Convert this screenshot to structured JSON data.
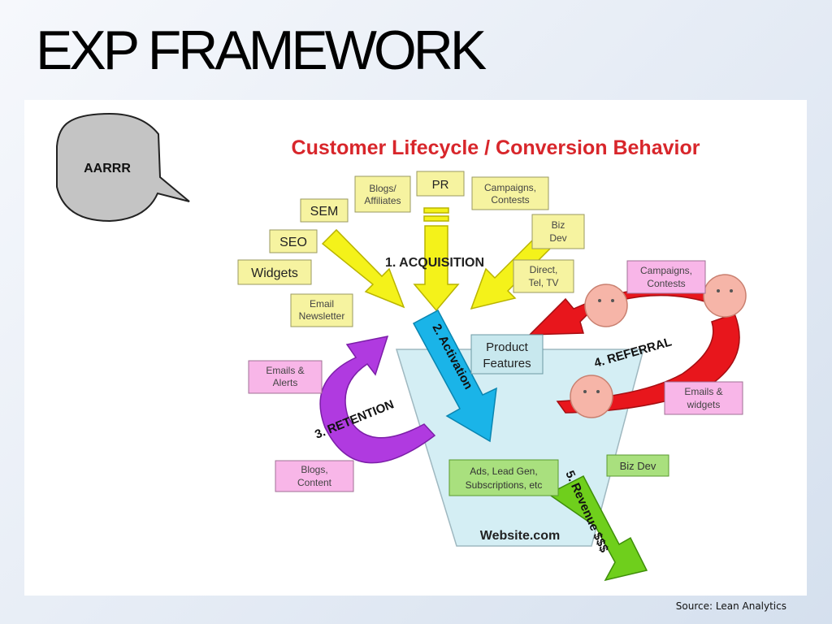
{
  "slide": {
    "title": "EXP FRAMEWORK",
    "source": "Source: Lean Analytics",
    "bubble_label": "AARRR"
  },
  "diagram": {
    "heading": "Customer Lifecycle / Conversion Behavior",
    "acquisition_sources": [
      "Blogs/",
      "Affiliates",
      "PR",
      "Campaigns,",
      "Contests",
      "SEM",
      "SEO",
      "Widgets",
      "Biz",
      "Dev",
      "Direct,",
      "Tel, TV",
      "Email",
      "Newsletter"
    ],
    "stages": {
      "acquisition": "1. ACQUISITION",
      "activation": "2. Activation",
      "retention": "3. RETENTION",
      "referral": "4. REFERRAL",
      "revenue": "5. Revenue $$$"
    },
    "retention_channels": [
      "Emails &",
      "Alerts",
      "Blogs,",
      "Content"
    ],
    "referral_channels": [
      "Campaigns,",
      "Contests",
      "Emails &",
      "widgets"
    ],
    "website": {
      "product_features": [
        "Product",
        "Features"
      ],
      "revenue_sources": [
        "Ads, Lead Gen,",
        "Subscriptions, etc"
      ],
      "biz_dev": "Biz Dev",
      "name": "Website.com"
    }
  },
  "colors": {
    "acquisition_arrow": "#f4f21a",
    "activation_arrow": "#1ab4e8",
    "retention_arrow": "#b03ae0",
    "referral_arrow": "#e8161c",
    "revenue_arrow": "#6fcf1c",
    "heading": "#d8262b",
    "funnel": "#d4eef4",
    "source_box": "#f6f3a0",
    "pink_box": "#f8b6e8",
    "bubble": "#c4c4c4",
    "smiley": "#f6b5a8"
  }
}
